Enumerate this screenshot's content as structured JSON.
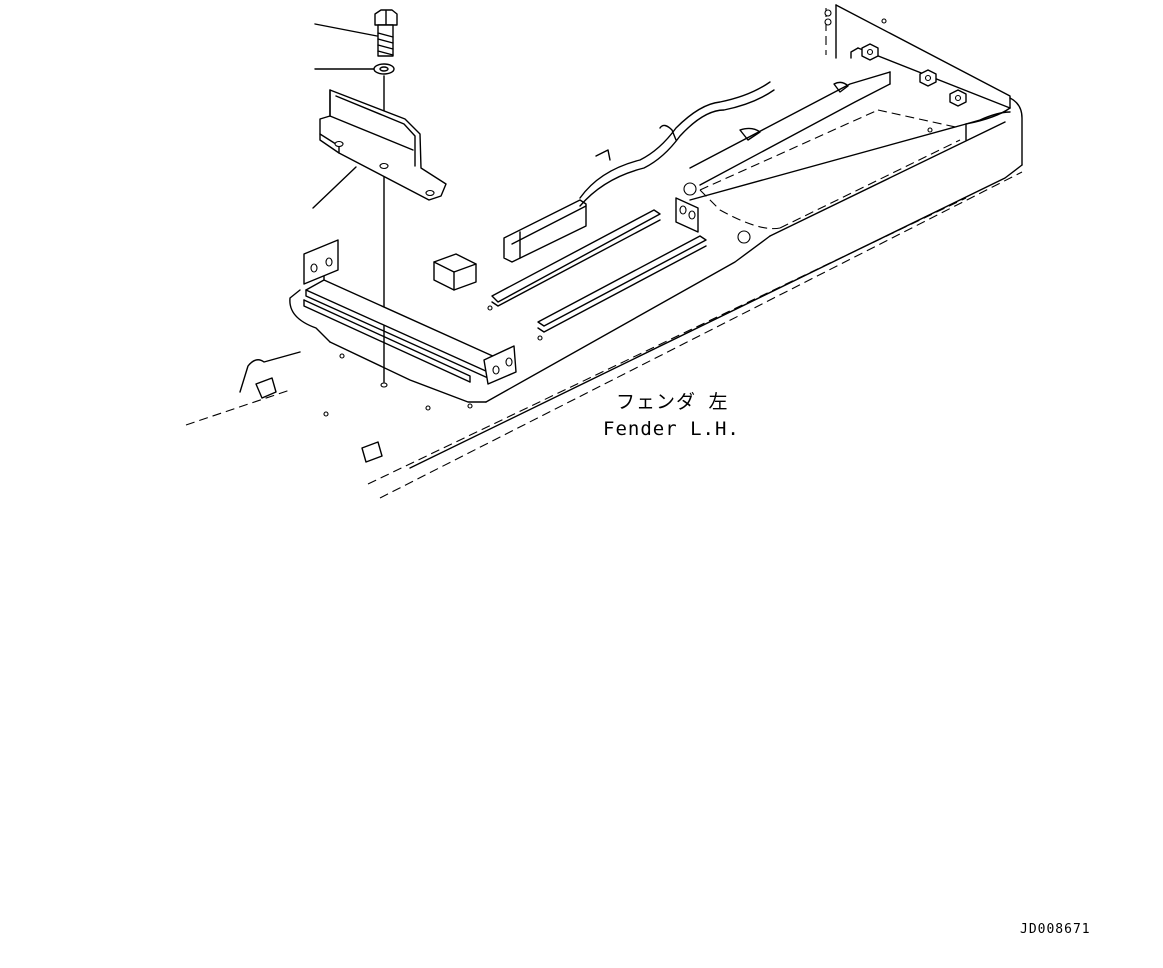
{
  "labels": {
    "japanese": "フェンダ 左",
    "english": "Fender L.H."
  },
  "drawing_id": "JD008671",
  "colors": {
    "line": "#000000",
    "background": "#ffffff"
  }
}
